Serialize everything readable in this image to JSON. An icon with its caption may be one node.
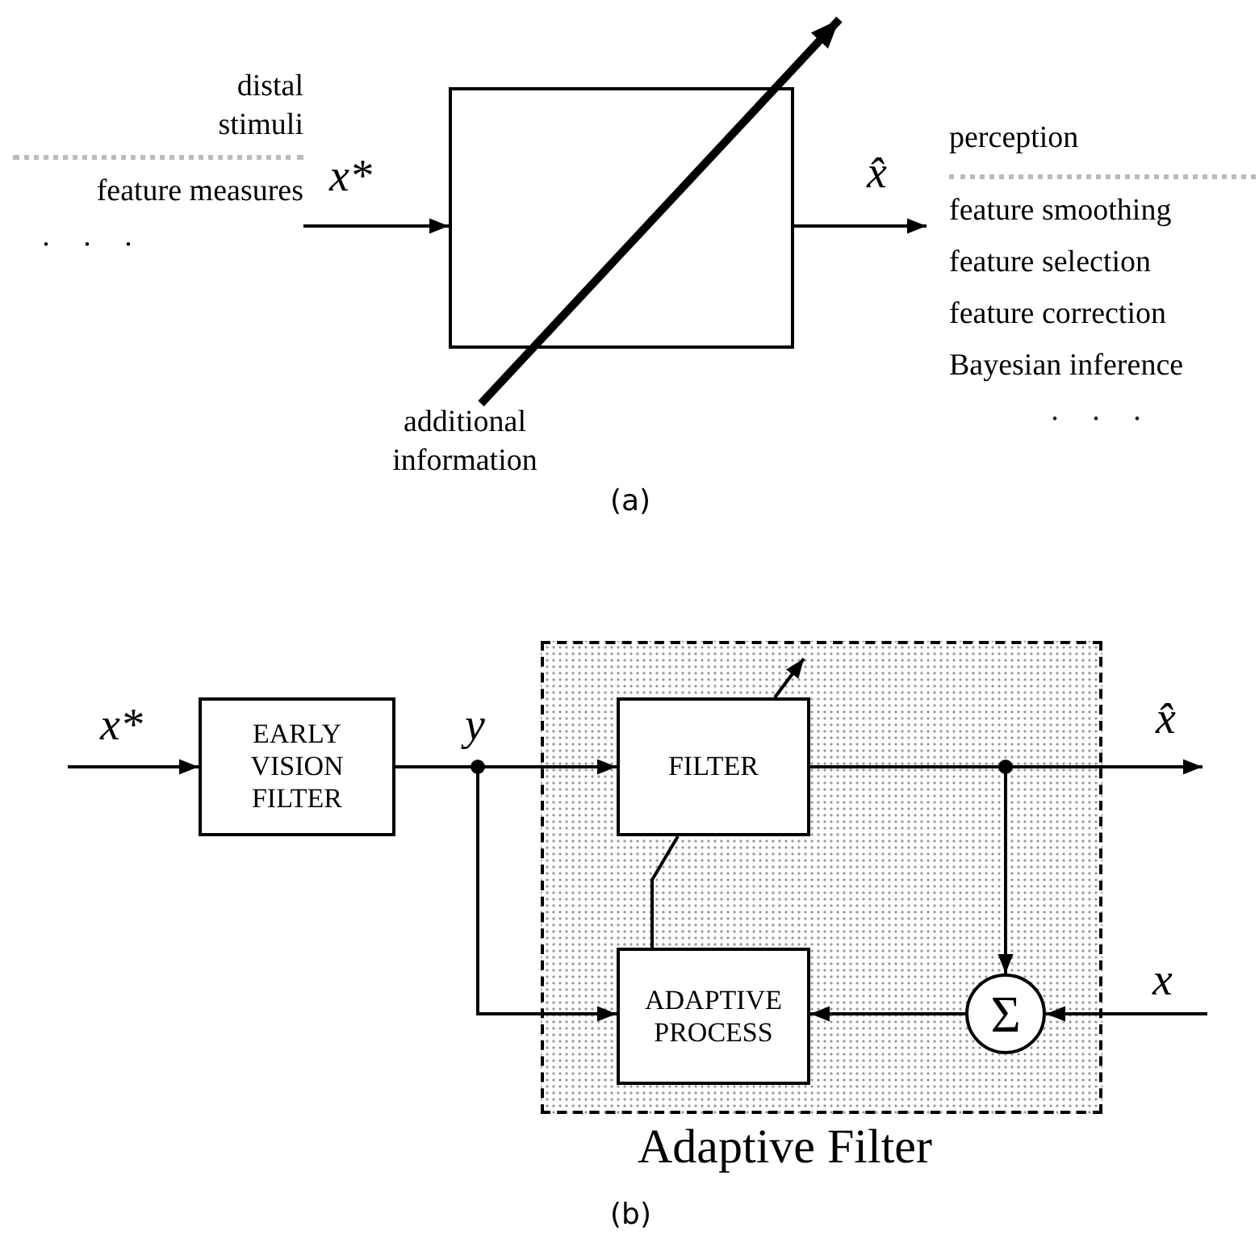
{
  "diagram": {
    "nodes": [
      {
        "text": [
          "distal stimuli",
          "feature measures",
          ". . ."
        ]
      },
      {
        "text": [],
        "shape": "box"
      },
      {
        "text": [
          "perception",
          "feature smoothing",
          "feature selection",
          "feature correction",
          "Bayesian inference",
          ". . ."
        ]
      },
      {
        "text": [
          "additional information"
        ]
      },
      {
        "text": [
          "EARLY VISION FILTER"
        ]
      },
      {
        "text": [
          "Adaptive Filter"
        ]
      },
      {
        "text": [
          "FILTER"
        ],
        "in": 5
      },
      {
        "text": [
          "ADAPTIVE PROCESS"
        ],
        "in": 5
      },
      {
        "text": [
          "Σ"
        ],
        "in": 5
      }
    ],
    "edges": [
      {
        "from": 0,
        "to": 1,
        "label": "x*",
        "arrow": "to"
      },
      {
        "from": 1,
        "to": 2,
        "label": "x̂",
        "arrow": "to"
      },
      {
        "from": 3,
        "to": null,
        "arrow": "to",
        "style": "thick"
      },
      {
        "from": null,
        "to": 4,
        "label": "x*",
        "arrow": "to"
      },
      {
        "from": 4,
        "to": 6,
        "label": "y",
        "arrow": "to"
      },
      {
        "from": 4,
        "to": 7,
        "arrow": "to"
      },
      {
        "from": 6,
        "to": null,
        "label": "x̂",
        "arrow": "to"
      },
      {
        "from": 6,
        "to": 8,
        "arrow": "to"
      },
      {
        "from": null,
        "to": 8,
        "label": "x",
        "arrow": "to"
      },
      {
        "from": 8,
        "to": 7,
        "arrow": "to"
      },
      {
        "from": 7,
        "to": 6,
        "arrow": "none"
      },
      {
        "from": 6,
        "to": null,
        "arrow": "to"
      }
    ],
    "labels": [
      "(a)",
      "(b)"
    ]
  }
}
